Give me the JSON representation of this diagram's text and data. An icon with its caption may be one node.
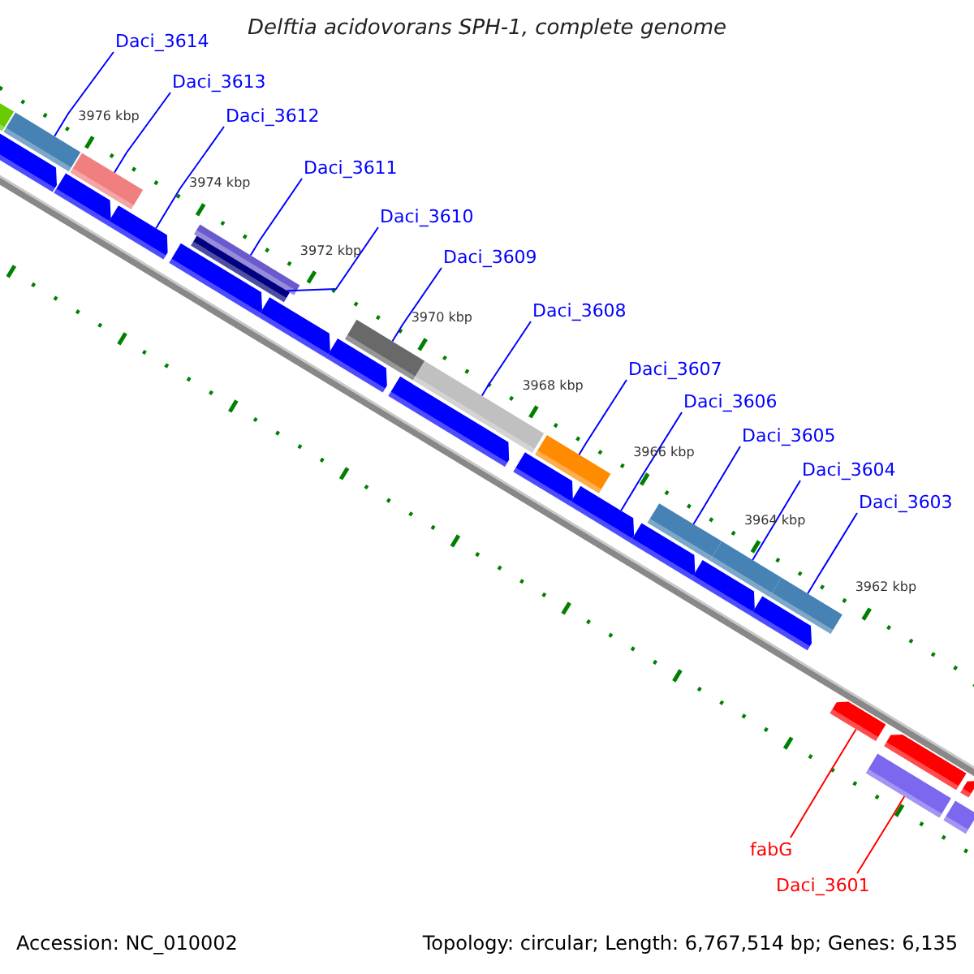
{
  "diagram": {
    "title": "Delftia acidovorans SPH-1, complete genome",
    "nodes": [
      {
        "text": [
          "Daci_3614"
        ]
      },
      {
        "text": [
          "Daci_3613"
        ]
      },
      {
        "text": [
          "Daci_3612"
        ]
      },
      {
        "text": [
          "Daci_3611"
        ]
      },
      {
        "text": [
          "Daci_3610"
        ]
      },
      {
        "text": [
          "Daci_3609"
        ]
      },
      {
        "text": [
          "Daci_3608"
        ]
      },
      {
        "text": [
          "Daci_3607"
        ]
      },
      {
        "text": [
          "Daci_3606"
        ]
      },
      {
        "text": [
          "Daci_3605"
        ]
      },
      {
        "text": [
          "Daci_3604"
        ]
      },
      {
        "text": [
          "Daci_3603"
        ]
      },
      {
        "text": [
          "fabG"
        ]
      },
      {
        "text": [
          "Daci_3601"
        ]
      },
      {
        "text": [],
        "shape": "bar"
      },
      {
        "text": [],
        "shape": "bar"
      },
      {
        "text": [],
        "shape": "bar"
      },
      {
        "text": [],
        "shape": "bar"
      },
      {
        "text": [],
        "shape": "bar"
      },
      {
        "text": [],
        "shape": "bar"
      },
      {
        "text": [],
        "shape": "bar"
      },
      {
        "text": [],
        "shape": "bar"
      },
      {
        "text": [],
        "shape": "bar"
      },
      {
        "text": [],
        "shape": "bar"
      },
      {
        "text": [],
        "shape": "bar"
      },
      {
        "text": [],
        "shape": "bar"
      },
      {
        "text": [],
        "shape": "bar"
      },
      {
        "text": [],
        "shape": "bar"
      },
      {
        "text": [],
        "shape": "bar"
      },
      {
        "text": [],
        "shape": "bar"
      },
      {
        "text": [],
        "shape": "bar"
      },
      {
        "text": [],
        "shape": "bar"
      },
      {
        "text": [],
        "shape": "bar"
      },
      {
        "text": [],
        "shape": "bar"
      },
      {
        "text": [],
        "shape": "bar"
      },
      {
        "text": [],
        "shape": "bar"
      },
      {
        "text": [],
        "shape": "bar"
      },
      {
        "text": [],
        "shape": "bar"
      },
      {
        "text": [],
        "shape": "bar"
      },
      {
        "text": [],
        "shape": "bar"
      },
      {
        "text": [],
        "shape": "bar"
      },
      {
        "text": [],
        "shape": "bar"
      }
    ],
    "edges": [
      {
        "from": 0,
        "to": 16,
        "arrow": "none"
      },
      {
        "from": 1,
        "to": 18,
        "arrow": "none"
      },
      {
        "from": 2,
        "to": 19,
        "arrow": "none"
      },
      {
        "from": 3,
        "to": 21,
        "arrow": "none"
      },
      {
        "from": 4,
        "to": 22,
        "arrow": "none"
      },
      {
        "from": 5,
        "to": 25,
        "arrow": "none"
      },
      {
        "from": 6,
        "to": 27,
        "arrow": "none"
      },
      {
        "from": 7,
        "to": 29,
        "arrow": "none"
      },
      {
        "from": 8,
        "to": 30,
        "arrow": "none"
      },
      {
        "from": 9,
        "to": 32,
        "arrow": "none"
      },
      {
        "from": 10,
        "to": 34,
        "arrow": "none"
      },
      {
        "from": 11,
        "to": 36,
        "arrow": "none"
      },
      {
        "from": 12,
        "to": 37,
        "arrow": "none",
        "color": "#ff0000"
      },
      {
        "from": 13,
        "to": 38,
        "arrow": "none",
        "color": "#ff0000"
      }
    ],
    "labels": [
      "3976 kbp",
      "3974 kbp",
      "3972 kbp",
      "3970 kbp",
      "3968 kbp",
      "3966 kbp",
      "3964 kbp",
      "3962 kbp",
      "Accession: NC_010002",
      "Topology: circular; Length: 6,767,514 bp; Genes: 6,135"
    ]
  }
}
